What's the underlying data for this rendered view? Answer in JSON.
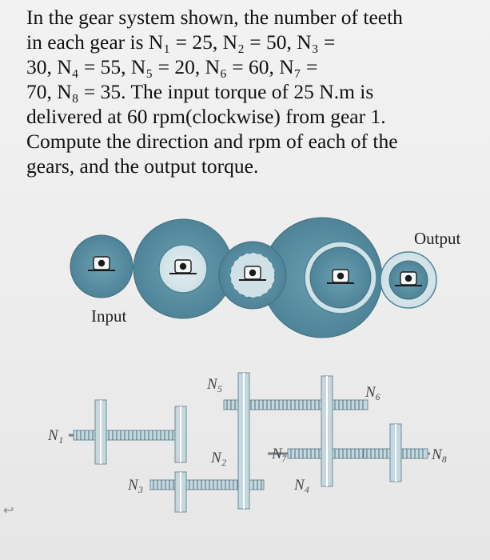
{
  "problem": {
    "lines": [
      "In the gear system shown, the number of teeth",
      "in each gear is N₁ = 25, N₂ = 50, N₃ =",
      "30, N₄ = 55, N₅ = 20, N₆ = 60, N₇ =",
      "70, N₈ = 35. The input torque of 25 N.m is",
      "delivered at 60 rpm(clockwise) from gear 1.",
      "Compute the direction and rpm of each of the",
      "gears, and the output torque."
    ]
  },
  "figure": {
    "input_label": "Input",
    "output_label": "Output",
    "gear_labels": {
      "n1": "N₁",
      "n2": "N₂",
      "n3": "N₃",
      "n4": "N₄",
      "n5": "N₅",
      "n6": "N₆",
      "n7": "N₇",
      "n8": "N₈"
    }
  },
  "colors": {
    "gear_dark": "#5a8fa3",
    "gear_light": "#d9e8ec",
    "shaft_gray": "#6f7f88",
    "text": "#111111"
  }
}
